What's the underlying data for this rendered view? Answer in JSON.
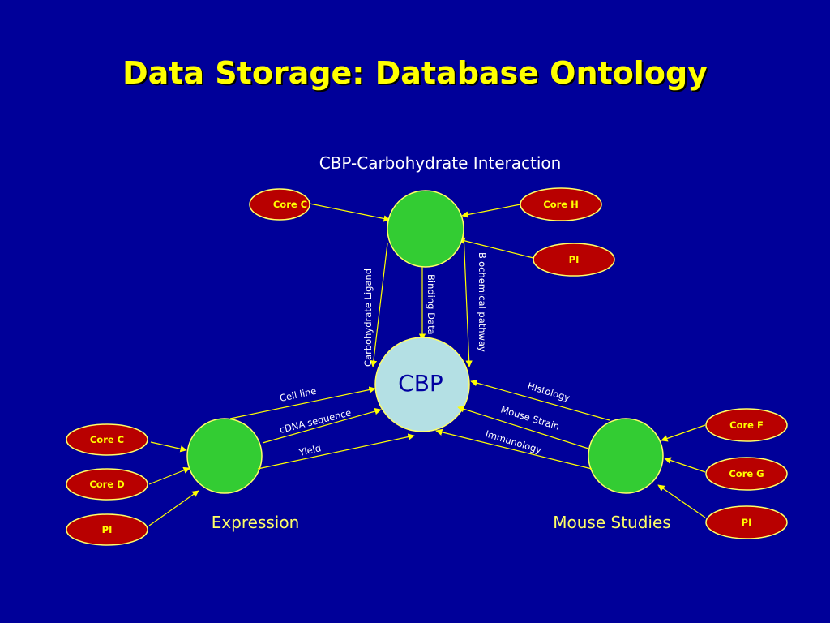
{
  "slide": {
    "title": "Data Storage: Database Ontology"
  },
  "diagram": {
    "top_label": "CBP-Carbohydrate Interaction",
    "center_label": "CBP",
    "left_label": "Expression",
    "right_label": "Mouse Studies",
    "top_sources": [
      "Core C",
      "Core H",
      "PI"
    ],
    "left_sources": [
      "Core C",
      "Core D",
      "PI"
    ],
    "right_sources": [
      "Core F",
      "Core G",
      "PI"
    ],
    "top_edges": [
      "Carbohydrate Ligand",
      "Binding Data",
      "Biochemical pathway"
    ],
    "left_edges": [
      "Cell line",
      "cDNA sequence",
      "Yield"
    ],
    "right_edges": [
      "HIstology",
      "Mouse Strain",
      "Immunology"
    ]
  },
  "colors": {
    "background": "#000099",
    "title": "#ffff00",
    "source_oval": "#b80000",
    "hub_node": "#33cc33",
    "center_node": "#b4e0e4",
    "connector": "#ffff00"
  }
}
